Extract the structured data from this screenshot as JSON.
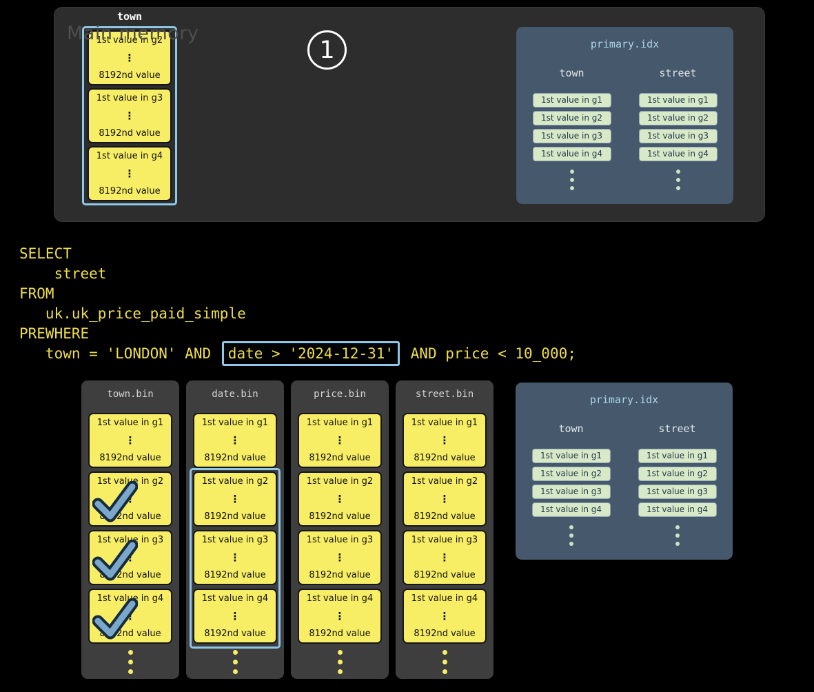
{
  "colors": {
    "background": "#000000",
    "accent_blue": "#8fc8e8",
    "granule_yellow": "#f8ee66",
    "index_green": "#d8e9c8",
    "check_fill": "#7ba7cb",
    "check_outline": "#142c3e",
    "memory_panel": "#2d2d2d",
    "bin_panel": "#3e3e3e",
    "index_panel": "#46586b",
    "index_title_blue": "#a9d6e5",
    "sql_yellow": "#f0df4a"
  },
  "step_badge": "1",
  "main_memory": {
    "label": "Main memory",
    "column_header": "town",
    "blocks": [
      {
        "top": "1st value in g2",
        "dots": "⋮",
        "bottom": "8192nd value"
      },
      {
        "top": "1st value in g3",
        "dots": "⋮",
        "bottom": "8192nd value"
      },
      {
        "top": "1st value in g4",
        "dots": "⋮",
        "bottom": "8192nd value"
      }
    ]
  },
  "sql": {
    "lines": [
      [
        {
          "t": "SELECT"
        }
      ],
      [
        {
          "t": "    street"
        }
      ],
      [
        {
          "t": "FROM"
        }
      ],
      [
        {
          "t": "   uk.uk_price_paid_simple"
        }
      ],
      [
        {
          "t": "PREWHERE"
        }
      ],
      [
        {
          "t": "   town = 'LONDON' AND "
        },
        {
          "t": "date > '2024-12-31'",
          "highlight": true
        },
        {
          "t": " AND price < 10_000;"
        }
      ]
    ]
  },
  "bins": [
    {
      "title": "town.bin",
      "blocks": [
        {
          "top": "1st value in g1",
          "dots": "⋮",
          "bottom": "8192nd value"
        },
        {
          "top": "1st value in g2",
          "dots": "⋮",
          "bottom": "8192nd value"
        },
        {
          "top": "1st value in g3",
          "dots": "⋮",
          "bottom": "8192nd value"
        },
        {
          "top": "1st value in g4",
          "dots": "⋮",
          "bottom": "8192nd value"
        }
      ],
      "checks": [
        1,
        2,
        3
      ]
    },
    {
      "title": "date.bin",
      "blocks": [
        {
          "top": "1st value in g1",
          "dots": "⋮",
          "bottom": "8192nd value"
        },
        {
          "top": "1st value in g2",
          "dots": "⋮",
          "bottom": "8192nd value"
        },
        {
          "top": "1st value in g3",
          "dots": "⋮",
          "bottom": "8192nd value"
        },
        {
          "top": "1st value in g4",
          "dots": "⋮",
          "bottom": "8192nd value"
        }
      ],
      "highlight_blocks": [
        1,
        3
      ]
    },
    {
      "title": "price.bin",
      "blocks": [
        {
          "top": "1st value in g1",
          "dots": "⋮",
          "bottom": "8192nd value"
        },
        {
          "top": "1st value in g2",
          "dots": "⋮",
          "bottom": "8192nd value"
        },
        {
          "top": "1st value in g3",
          "dots": "⋮",
          "bottom": "8192nd value"
        },
        {
          "top": "1st value in g4",
          "dots": "⋮",
          "bottom": "8192nd value"
        }
      ]
    },
    {
      "title": "street.bin",
      "blocks": [
        {
          "top": "1st value in g1",
          "dots": "⋮",
          "bottom": "8192nd value"
        },
        {
          "top": "1st value in g2",
          "dots": "⋮",
          "bottom": "8192nd value"
        },
        {
          "top": "1st value in g3",
          "dots": "⋮",
          "bottom": "8192nd value"
        },
        {
          "top": "1st value in g4",
          "dots": "⋮",
          "bottom": "8192nd value"
        }
      ]
    }
  ],
  "primary_index": {
    "title": "primary.idx",
    "columns": [
      {
        "header": "town",
        "entries": [
          "1st value in g1",
          "1st value in g2",
          "1st value in g3",
          "1st value in g4"
        ]
      },
      {
        "header": "street",
        "entries": [
          "1st value in g1",
          "1st value in g2",
          "1st value in g3",
          "1st value in g4"
        ]
      }
    ]
  }
}
